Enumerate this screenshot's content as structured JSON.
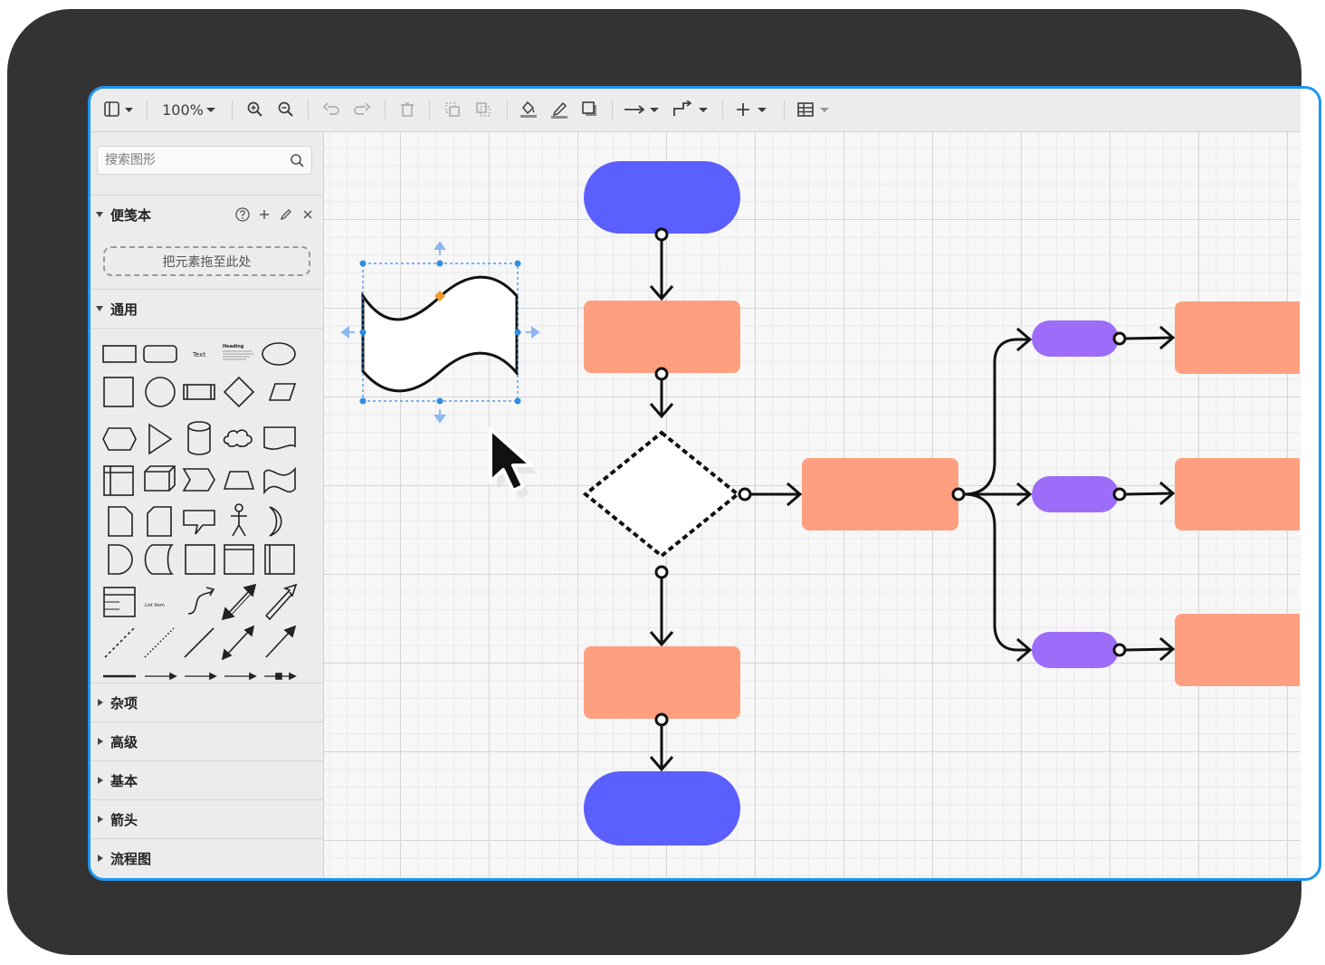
{
  "toolbar": {
    "zoom": "100%",
    "icons": [
      "sidebar-toggle-icon",
      "zoom-in-icon",
      "zoom-out-icon",
      "undo-icon",
      "redo-icon",
      "delete-icon",
      "to-front-icon",
      "to-back-icon",
      "fill-color-icon",
      "line-color-icon",
      "shadow-icon",
      "connection-icon",
      "waypoints-icon",
      "insert-icon",
      "table-icon"
    ]
  },
  "sidebar": {
    "search_placeholder": "搜索图形",
    "scratchpad": {
      "title": "便笺本",
      "drop_hint": "把元素拖至此处"
    },
    "general": {
      "title": "通用",
      "text_shape_label": "Text",
      "heading_shape_label": "Heading",
      "list_item_label": "List Item"
    },
    "collapsed_sections": [
      "杂项",
      "高级",
      "基本",
      "箭头",
      "流程图"
    ]
  },
  "colors": {
    "accent_border": "#1e96f0",
    "terminal": "#5b5ffd",
    "process": "#fea07f",
    "small_pill": "#9d6cf8",
    "device": "#333333"
  }
}
